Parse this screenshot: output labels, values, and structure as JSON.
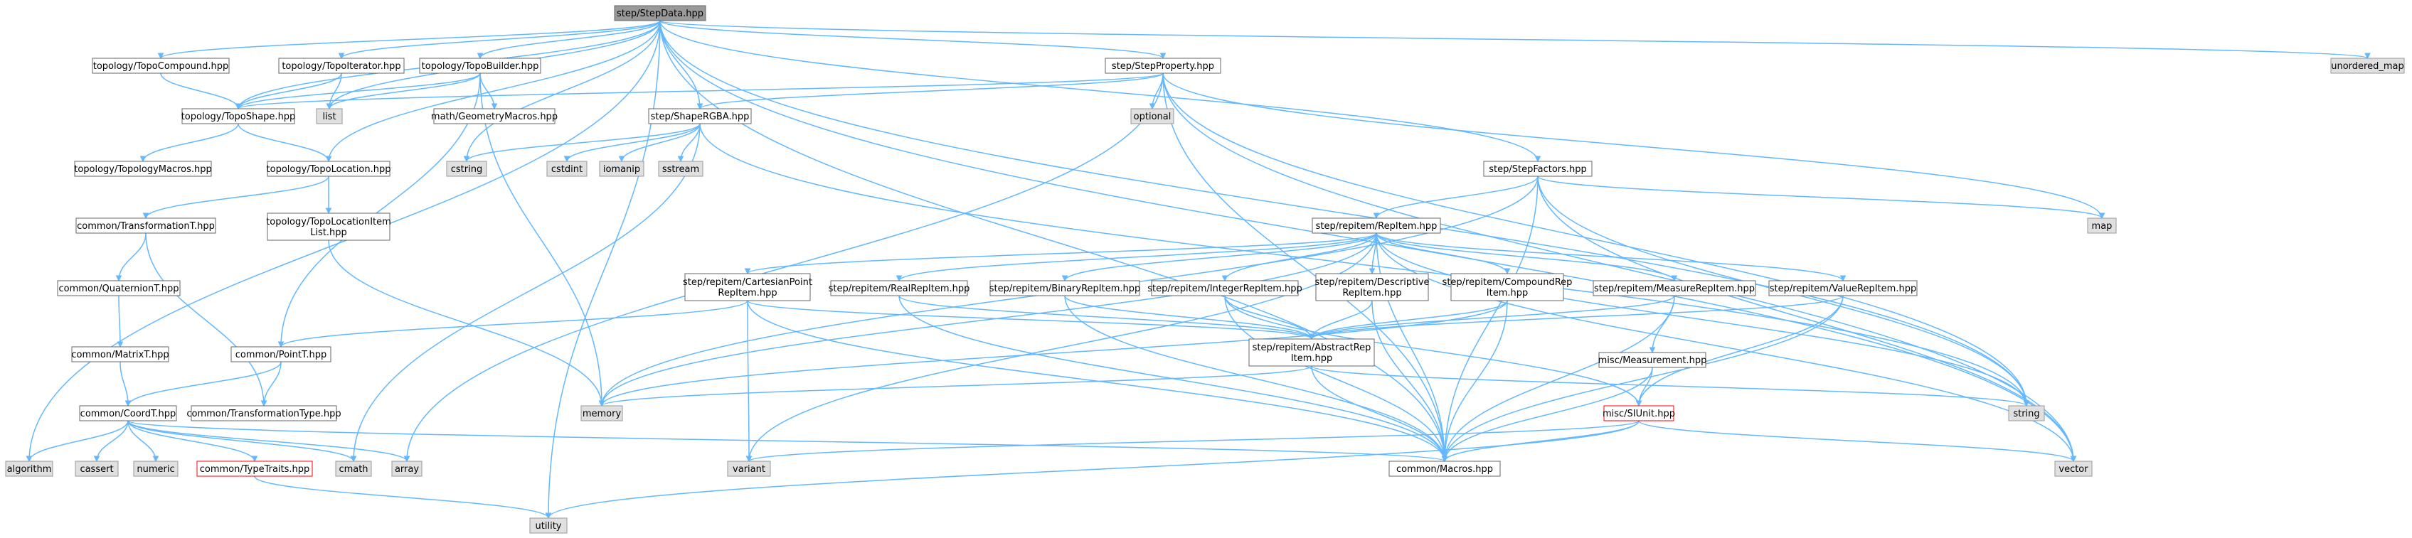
{
  "colors": {
    "edge": "#63b8ff",
    "node_border": "#666666",
    "root_fill": "#999999",
    "header_fill": "#e0e0e0",
    "header_border": "#999999",
    "white_fill": "#ffffff",
    "red_border": "#ff0000",
    "text": "#000000"
  },
  "nodes": {
    "stepdata": {
      "lines": [
        "step/StepData.hpp"
      ],
      "style": "root"
    },
    "topocompound": {
      "lines": [
        "topology/TopoCompound.hpp"
      ],
      "style": "file"
    },
    "topoiterator": {
      "lines": [
        "topology/TopoIterator.hpp"
      ],
      "style": "file"
    },
    "topobuilder": {
      "lines": [
        "topology/TopoBuilder.hpp"
      ],
      "style": "file"
    },
    "stepproperty": {
      "lines": [
        "step/StepProperty.hpp"
      ],
      "style": "file"
    },
    "unordered_map": {
      "lines": [
        "unordered_map"
      ],
      "style": "header"
    },
    "toposhape": {
      "lines": [
        "topology/TopoShape.hpp"
      ],
      "style": "file"
    },
    "list": {
      "lines": [
        "list"
      ],
      "style": "header"
    },
    "geometrymacros": {
      "lines": [
        "math/GeometryMacros.hpp"
      ],
      "style": "file"
    },
    "optional": {
      "lines": [
        "optional"
      ],
      "style": "header"
    },
    "shapergba": {
      "lines": [
        "step/ShapeRGBA.hpp"
      ],
      "style": "file"
    },
    "topologymacros": {
      "lines": [
        "topology/TopologyMacros.hpp"
      ],
      "style": "file"
    },
    "topolocation": {
      "lines": [
        "topology/TopoLocation.hpp"
      ],
      "style": "file"
    },
    "cstring": {
      "lines": [
        "cstring"
      ],
      "style": "header"
    },
    "cstdint": {
      "lines": [
        "cstdint"
      ],
      "style": "header"
    },
    "iomanip": {
      "lines": [
        "iomanip"
      ],
      "style": "header"
    },
    "sstream": {
      "lines": [
        "sstream"
      ],
      "style": "header"
    },
    "stepfactors": {
      "lines": [
        "step/StepFactors.hpp"
      ],
      "style": "file"
    },
    "transformationt": {
      "lines": [
        "common/TransformationT.hpp"
      ],
      "style": "file"
    },
    "topolocationitemlist": {
      "lines": [
        "topology/TopoLocationItem",
        "List.hpp"
      ],
      "style": "file"
    },
    "map": {
      "lines": [
        "map"
      ],
      "style": "header"
    },
    "repitem": {
      "lines": [
        "step/repitem/RepItem.hpp"
      ],
      "style": "file"
    },
    "quaterniont": {
      "lines": [
        "common/QuaternionT.hpp"
      ],
      "style": "file"
    },
    "cartesianpoint": {
      "lines": [
        "step/repitem/CartesianPoint",
        "RepItem.hpp"
      ],
      "style": "file"
    },
    "realrepitem": {
      "lines": [
        "step/repitem/RealRepItem.hpp"
      ],
      "style": "file"
    },
    "binaryrepitem": {
      "lines": [
        "step/repitem/BinaryRepItem.hpp"
      ],
      "style": "file"
    },
    "integerrepitem": {
      "lines": [
        "step/repitem/IntegerRepItem.hpp"
      ],
      "style": "file"
    },
    "descriptive": {
      "lines": [
        "step/repitem/Descriptive",
        "RepItem.hpp"
      ],
      "style": "file"
    },
    "compoundrep": {
      "lines": [
        "step/repitem/CompoundRep",
        "Item.hpp"
      ],
      "style": "file"
    },
    "measurerepitem": {
      "lines": [
        "step/repitem/MeasureRepItem.hpp"
      ],
      "style": "file"
    },
    "valuerepitem": {
      "lines": [
        "step/repitem/ValueRepItem.hpp"
      ],
      "style": "file"
    },
    "matrixt": {
      "lines": [
        "common/MatrixT.hpp"
      ],
      "style": "file"
    },
    "pointt": {
      "lines": [
        "common/PointT.hpp"
      ],
      "style": "file"
    },
    "abstractrep": {
      "lines": [
        "step/repitem/AbstractRep",
        "Item.hpp"
      ],
      "style": "file"
    },
    "measurement": {
      "lines": [
        "misc/Measurement.hpp"
      ],
      "style": "file"
    },
    "memory": {
      "lines": [
        "memory"
      ],
      "style": "header"
    },
    "string": {
      "lines": [
        "string"
      ],
      "style": "header"
    },
    "coordt": {
      "lines": [
        "common/CoordT.hpp"
      ],
      "style": "file"
    },
    "transformationtype": {
      "lines": [
        "common/TransformationType.hpp"
      ],
      "style": "file"
    },
    "siunit": {
      "lines": [
        "misc/SIUnit.hpp"
      ],
      "style": "red"
    },
    "algorithm": {
      "lines": [
        "algorithm"
      ],
      "style": "header"
    },
    "cassert": {
      "lines": [
        "cassert"
      ],
      "style": "header"
    },
    "numeric": {
      "lines": [
        "numeric"
      ],
      "style": "header"
    },
    "typetraits": {
      "lines": [
        "common/TypeTraits.hpp"
      ],
      "style": "red"
    },
    "cmath": {
      "lines": [
        "cmath"
      ],
      "style": "header"
    },
    "array": {
      "lines": [
        "array"
      ],
      "style": "header"
    },
    "variant": {
      "lines": [
        "variant"
      ],
      "style": "header"
    },
    "macros": {
      "lines": [
        "common/Macros.hpp"
      ],
      "style": "file"
    },
    "vector": {
      "lines": [
        "vector"
      ],
      "style": "header"
    },
    "utility": {
      "lines": [
        "utility"
      ],
      "style": "header"
    }
  },
  "edges": [
    [
      "stepdata",
      "topocompound"
    ],
    [
      "stepdata",
      "topoiterator"
    ],
    [
      "stepdata",
      "topobuilder"
    ],
    [
      "stepdata",
      "stepproperty"
    ],
    [
      "stepdata",
      "unordered_map"
    ],
    [
      "stepdata",
      "toposhape"
    ],
    [
      "stepdata",
      "list"
    ],
    [
      "stepdata",
      "shapergba"
    ],
    [
      "stepdata",
      "topolocation"
    ],
    [
      "stepdata",
      "cstring"
    ],
    [
      "stepdata",
      "stepfactors"
    ],
    [
      "stepdata",
      "algorithm"
    ],
    [
      "stepdata",
      "string"
    ],
    [
      "stepdata",
      "vector"
    ],
    [
      "stepdata",
      "macros"
    ],
    [
      "stepdata",
      "utility"
    ],
    [
      "topocompound",
      "toposhape"
    ],
    [
      "topoiterator",
      "toposhape"
    ],
    [
      "topoiterator",
      "list"
    ],
    [
      "topobuilder",
      "toposhape"
    ],
    [
      "topobuilder",
      "list"
    ],
    [
      "topobuilder",
      "geometrymacros"
    ],
    [
      "topobuilder",
      "memory"
    ],
    [
      "topobuilder",
      "pointt"
    ],
    [
      "stepproperty",
      "toposhape"
    ],
    [
      "stepproperty",
      "optional"
    ],
    [
      "stepproperty",
      "shapergba"
    ],
    [
      "stepproperty",
      "map"
    ],
    [
      "stepproperty",
      "string"
    ],
    [
      "stepproperty",
      "vector"
    ],
    [
      "stepproperty",
      "macros"
    ],
    [
      "stepproperty",
      "array"
    ],
    [
      "toposhape",
      "topologymacros"
    ],
    [
      "toposhape",
      "topolocation"
    ],
    [
      "shapergba",
      "cstring"
    ],
    [
      "shapergba",
      "cstdint"
    ],
    [
      "shapergba",
      "iomanip"
    ],
    [
      "shapergba",
      "sstream"
    ],
    [
      "shapergba",
      "string"
    ],
    [
      "shapergba",
      "cmath"
    ],
    [
      "topolocation",
      "transformationt"
    ],
    [
      "topolocation",
      "topolocationitemlist"
    ],
    [
      "topolocationitemlist",
      "memory"
    ],
    [
      "stepfactors",
      "repitem"
    ],
    [
      "stepfactors",
      "map"
    ],
    [
      "stepfactors",
      "string"
    ],
    [
      "stepfactors",
      "vector"
    ],
    [
      "stepfactors",
      "macros"
    ],
    [
      "stepfactors",
      "memory"
    ],
    [
      "transformationt",
      "quaterniont"
    ],
    [
      "transformationt",
      "transformationtype"
    ],
    [
      "quaterniont",
      "matrixt"
    ],
    [
      "matrixt",
      "coordt"
    ],
    [
      "repitem",
      "cartesianpoint"
    ],
    [
      "repitem",
      "realrepitem"
    ],
    [
      "repitem",
      "binaryrepitem"
    ],
    [
      "repitem",
      "integerrepitem"
    ],
    [
      "repitem",
      "descriptive"
    ],
    [
      "repitem",
      "compoundrep"
    ],
    [
      "repitem",
      "measurerepitem"
    ],
    [
      "repitem",
      "valuerepitem"
    ],
    [
      "repitem",
      "memory"
    ],
    [
      "repitem",
      "string"
    ],
    [
      "repitem",
      "variant"
    ],
    [
      "repitem",
      "macros"
    ],
    [
      "repitem",
      "vector"
    ],
    [
      "cartesianpoint",
      "pointt"
    ],
    [
      "cartesianpoint",
      "abstractrep"
    ],
    [
      "cartesianpoint",
      "variant"
    ],
    [
      "cartesianpoint",
      "macros"
    ],
    [
      "realrepitem",
      "abstractrep"
    ],
    [
      "realrepitem",
      "macros"
    ],
    [
      "binaryrepitem",
      "abstractrep"
    ],
    [
      "binaryrepitem",
      "macros"
    ],
    [
      "integerrepitem",
      "abstractrep"
    ],
    [
      "integerrepitem",
      "macros"
    ],
    [
      "integerrepitem",
      "siunit"
    ],
    [
      "descriptive",
      "abstractrep"
    ],
    [
      "descriptive",
      "macros"
    ],
    [
      "compoundrep",
      "abstractrep"
    ],
    [
      "compoundrep",
      "memory"
    ],
    [
      "compoundrep",
      "macros"
    ],
    [
      "measurerepitem",
      "abstractrep"
    ],
    [
      "measurerepitem",
      "measurement"
    ],
    [
      "measurerepitem",
      "macros"
    ],
    [
      "valuerepitem",
      "abstractrep"
    ],
    [
      "valuerepitem",
      "siunit"
    ],
    [
      "valuerepitem",
      "macros"
    ],
    [
      "pointt",
      "coordt"
    ],
    [
      "pointt",
      "transformationtype"
    ],
    [
      "abstractrep",
      "memory"
    ],
    [
      "abstractrep",
      "string"
    ],
    [
      "abstractrep",
      "macros"
    ],
    [
      "measurement",
      "siunit"
    ],
    [
      "measurement",
      "macros"
    ],
    [
      "coordt",
      "algorithm"
    ],
    [
      "coordt",
      "cassert"
    ],
    [
      "coordt",
      "numeric"
    ],
    [
      "coordt",
      "typetraits"
    ],
    [
      "coordt",
      "cmath"
    ],
    [
      "coordt",
      "array"
    ],
    [
      "coordt",
      "macros"
    ],
    [
      "siunit",
      "variant"
    ],
    [
      "siunit",
      "vector"
    ],
    [
      "siunit",
      "utility"
    ],
    [
      "siunit",
      "macros"
    ],
    [
      "typetraits",
      "utility"
    ]
  ]
}
